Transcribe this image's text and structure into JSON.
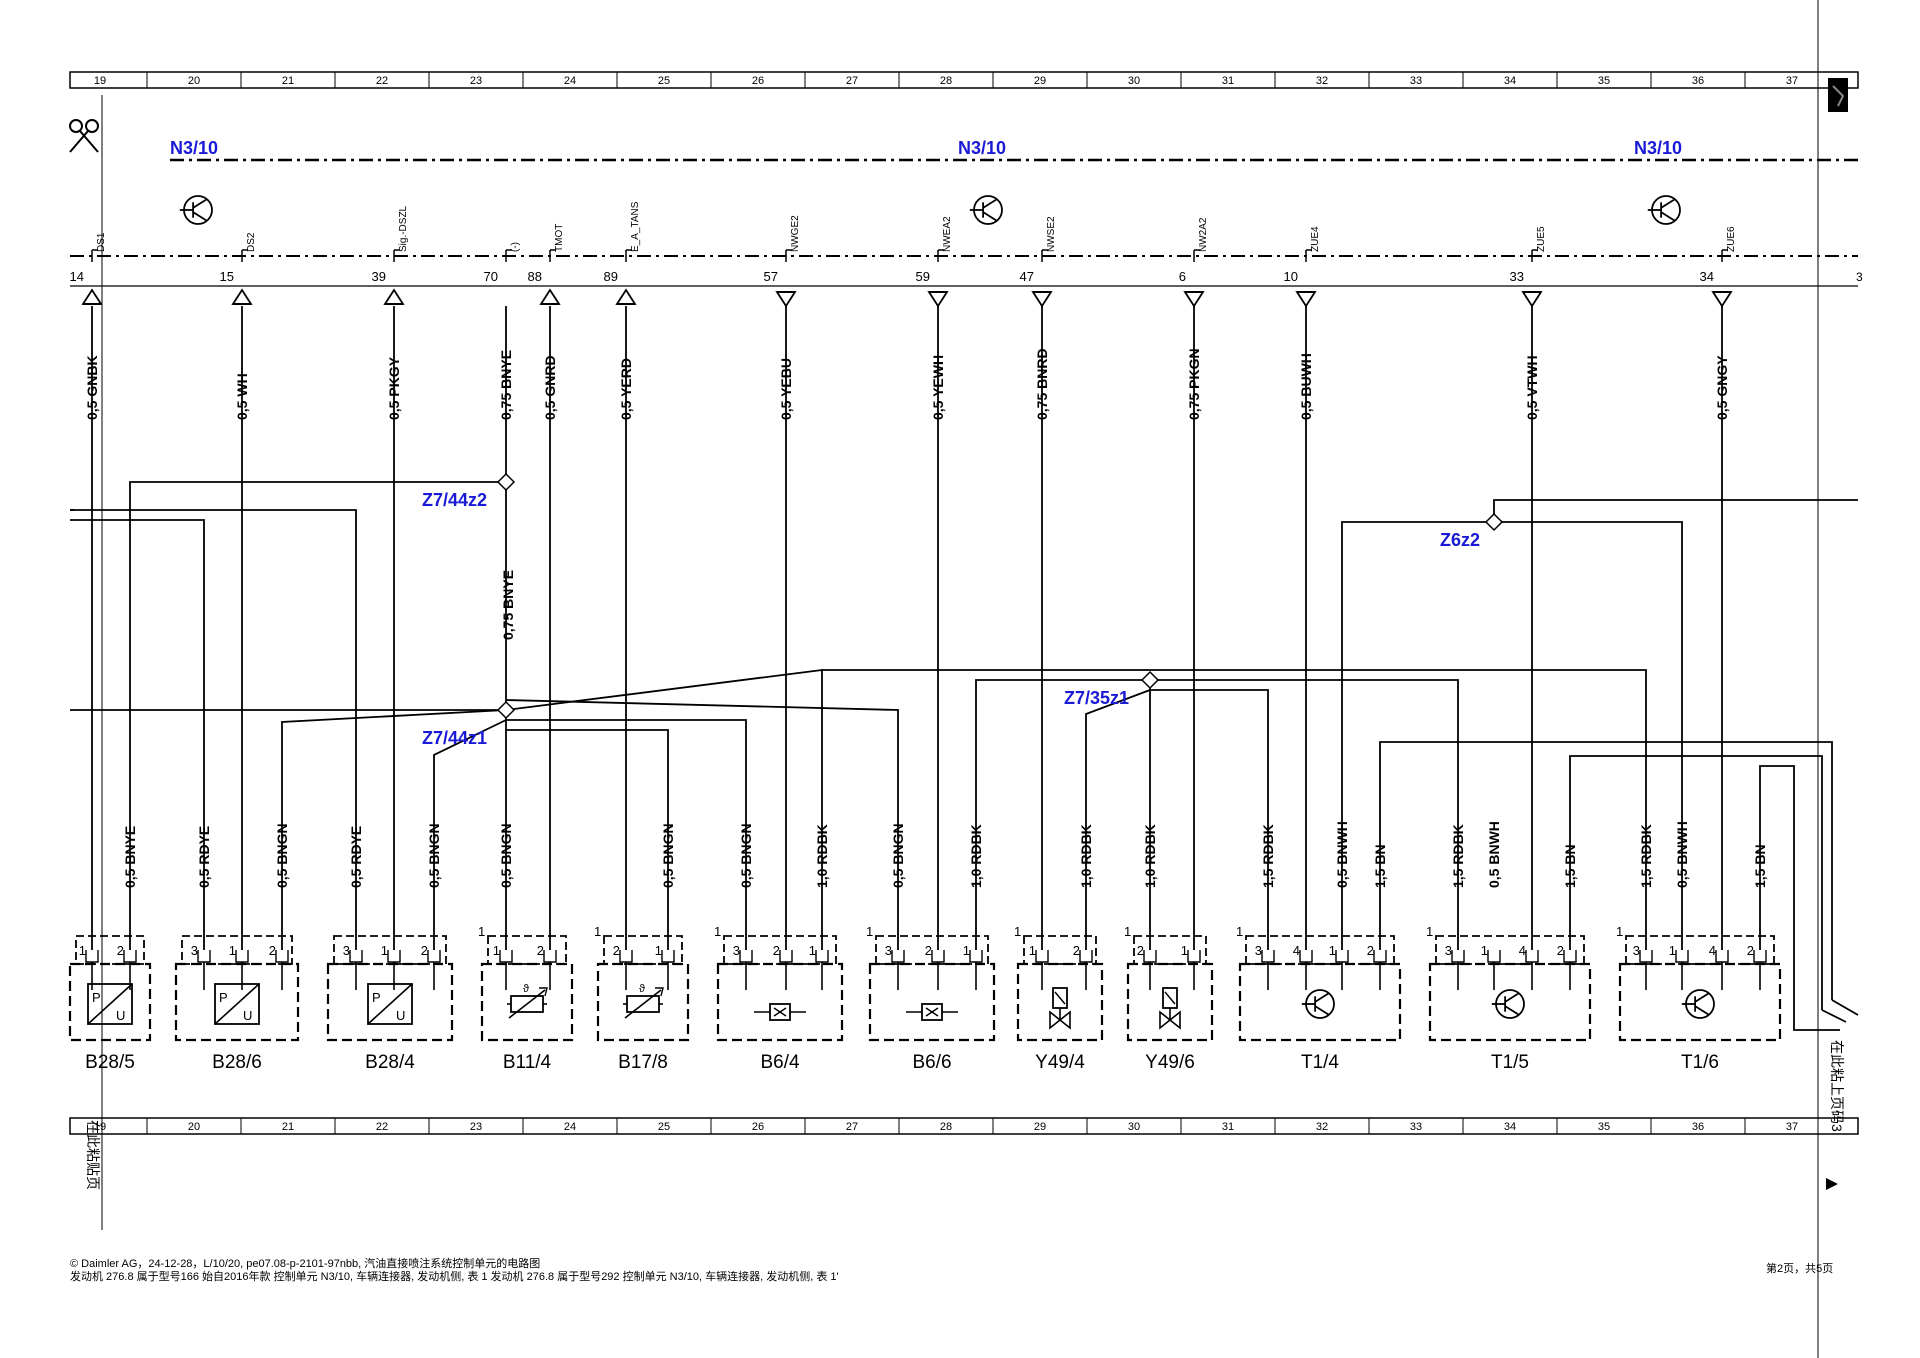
{
  "colors": {
    "blue_label": "#1a1ad6",
    "line": "#000000"
  },
  "icons": {
    "scissors": "scissors-icon",
    "corner_tab": "corner-tab-icon",
    "transistor": "transistor-icon"
  },
  "grid_numbers": [
    "19",
    "20",
    "21",
    "22",
    "23",
    "24",
    "25",
    "26",
    "27",
    "28",
    "29",
    "30",
    "31",
    "32",
    "33",
    "34",
    "35",
    "36",
    "37"
  ],
  "control_unit_labels": [
    "N3/10",
    "N3/10",
    "N3/10"
  ],
  "wires": [
    {
      "pin": "14",
      "signal": "DS1",
      "spec": "0,5 GNBK",
      "dir": "up"
    },
    {
      "pin": "15",
      "signal": "DS2",
      "spec": "0,5 WH",
      "dir": "up"
    },
    {
      "pin": "39",
      "signal": "Sig.-DSZL",
      "spec": "0,5 PKGY",
      "dir": "up"
    },
    {
      "pin": "70",
      "signal": "(-)",
      "spec": "0,75 BNYE",
      "dir": "none"
    },
    {
      "pin": "88",
      "signal": "TMOT",
      "spec": "0,5 GNRD",
      "dir": "up"
    },
    {
      "pin": "89",
      "signal": "E_A_TANS",
      "spec": "0,5 YERD",
      "dir": "up"
    },
    {
      "pin": "57",
      "signal": "NWGE2",
      "spec": "0,5 YEBU",
      "dir": "down"
    },
    {
      "pin": "59",
      "signal": "NWEA2",
      "spec": "0,5 YEWH",
      "dir": "down"
    },
    {
      "pin": "47",
      "signal": "NWSE2",
      "spec": "0,75 BNRD",
      "dir": "down"
    },
    {
      "pin": "6",
      "signal": "NW2A2",
      "spec": "0,75 PKGN",
      "dir": "down"
    },
    {
      "pin": "10",
      "signal": "ZUE4",
      "spec": "0,5 BUWH",
      "dir": "down"
    },
    {
      "pin": "33",
      "signal": "ZUE5",
      "spec": "0,5 VTWH",
      "dir": "down"
    },
    {
      "pin": "34",
      "signal": "ZUE6",
      "spec": "0,5 GNGY",
      "dir": "down"
    }
  ],
  "pin_edge_3": "3",
  "splices": [
    "Z7/44z2",
    "Z7/44z1",
    "Z7/35z1",
    "Z6z2"
  ],
  "mid_wire_label": "0,75 BNYE",
  "lower_wires": [
    "0,5 BNYE",
    "0,5 RDYE",
    "0,5 BNGN",
    "0,5 RDYE",
    "0,5 BNGN",
    "0,5 BNGN",
    "0,5 BNGN",
    "0,5 BNGN",
    "1,0 RDBK",
    "0,5 BNGN",
    "1,0 RDBK",
    "1,0 RDBK",
    "1,0 RDBK",
    "1,5 RDBK",
    "0,5 BNWH",
    "1,5 BN",
    "1,5 RDBK",
    "0,5 BNWH",
    "1,5 BN",
    "1,5 RDBK",
    "0,5 BNWH",
    "1,5 BN"
  ],
  "components": [
    "B28/5",
    "B28/6",
    "B28/4",
    "B11/4",
    "B17/8",
    "B6/4",
    "B6/6",
    "Y49/4",
    "Y49/6",
    "T1/4",
    "T1/5",
    "T1/6"
  ],
  "pin_one": "1",
  "pins": {
    "b285": [
      "1",
      "2"
    ],
    "b286": [
      "3",
      "1",
      "2"
    ],
    "b284": [
      "3",
      "1",
      "2"
    ],
    "b114": [
      "1",
      "2"
    ],
    "b178": [
      "2",
      "1"
    ],
    "b64": [
      "3",
      "2",
      "1"
    ],
    "b66": [
      "3",
      "2",
      "1"
    ],
    "y494": [
      "1",
      "2"
    ],
    "y496": [
      "2",
      "1"
    ],
    "t14": [
      "3",
      "4",
      "1",
      "2"
    ],
    "t15": [
      "3",
      "1",
      "4",
      "2"
    ],
    "t16": [
      "3",
      "1",
      "4",
      "2"
    ]
  },
  "pu_text": "P/U",
  "side_text_left": "在此粘贴页",
  "side_text_right": "在此粘上页码3",
  "footer": {
    "line1": "© Daimler AG，24-12-28，L/10/20, pe07.08-p-2101-97nbb, 汽油直接喷注系统控制单元的电路图",
    "line2": "发动机 276.8 属于型号166 始自2016年款 控制单元 N3/10, 车辆连接器, 发动机侧, 表 1 发动机 276.8 属于型号292 控制单元 N3/10, 车辆连接器, 发动机侧, 表 1'",
    "page": "第2页，共5页"
  }
}
